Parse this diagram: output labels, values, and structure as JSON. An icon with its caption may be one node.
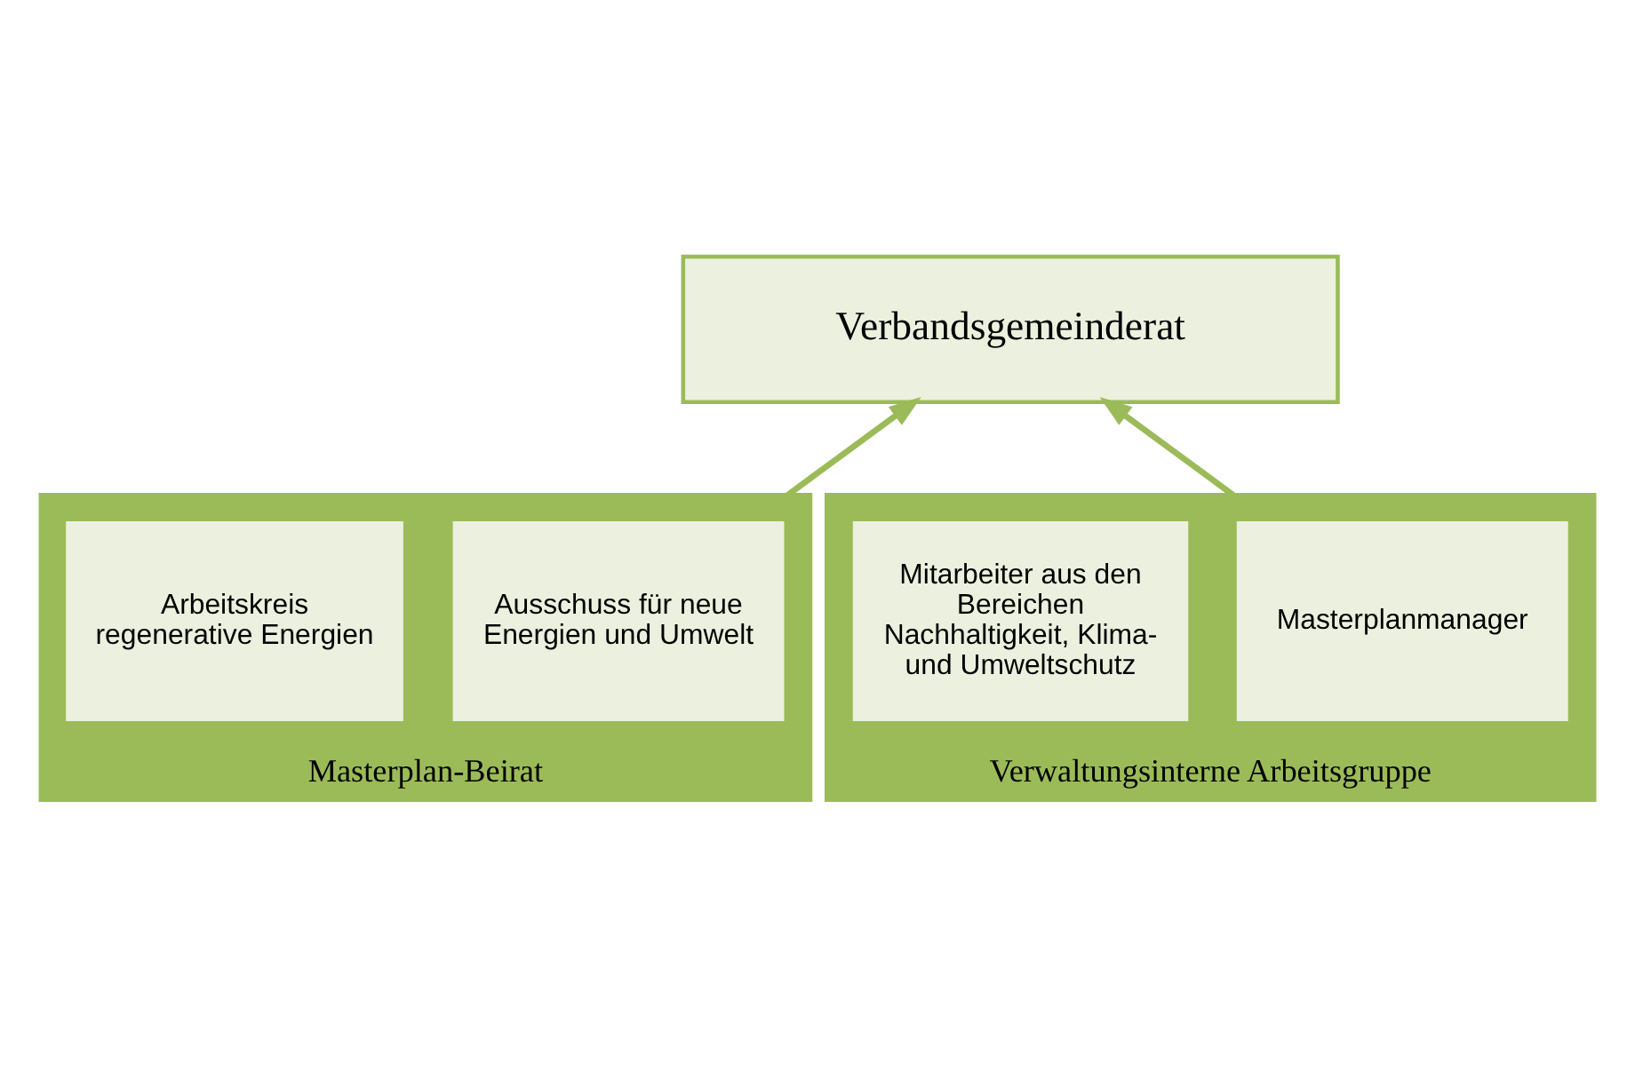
{
  "diagram": {
    "nodes": [
      {
        "text": [
          "Verbandsgemeinderat"
        ]
      },
      {
        "text": [
          "Masterplan-Beirat"
        ]
      },
      {
        "text": [
          "Ausschuss für neue Energien und Umwelt"
        ],
        "in": 1
      },
      {
        "text": [
          "Arbeitskreis regenerative Energien"
        ],
        "in": 1
      },
      {
        "text": [
          "Verwaltungsinterne Arbeitsgruppe"
        ]
      },
      {
        "text": [
          "Masterplanmanager"
        ],
        "in": 4
      },
      {
        "text": [
          "Mitarbeiter aus den Bereichen Nachhaltigkeit, Klima- und Umweltschutz"
        ],
        "in": 4
      }
    ],
    "edges": [
      {
        "from": 1,
        "to": 0,
        "arrow": "to"
      },
      {
        "from": 4,
        "to": 0,
        "arrow": "to"
      }
    ]
  }
}
